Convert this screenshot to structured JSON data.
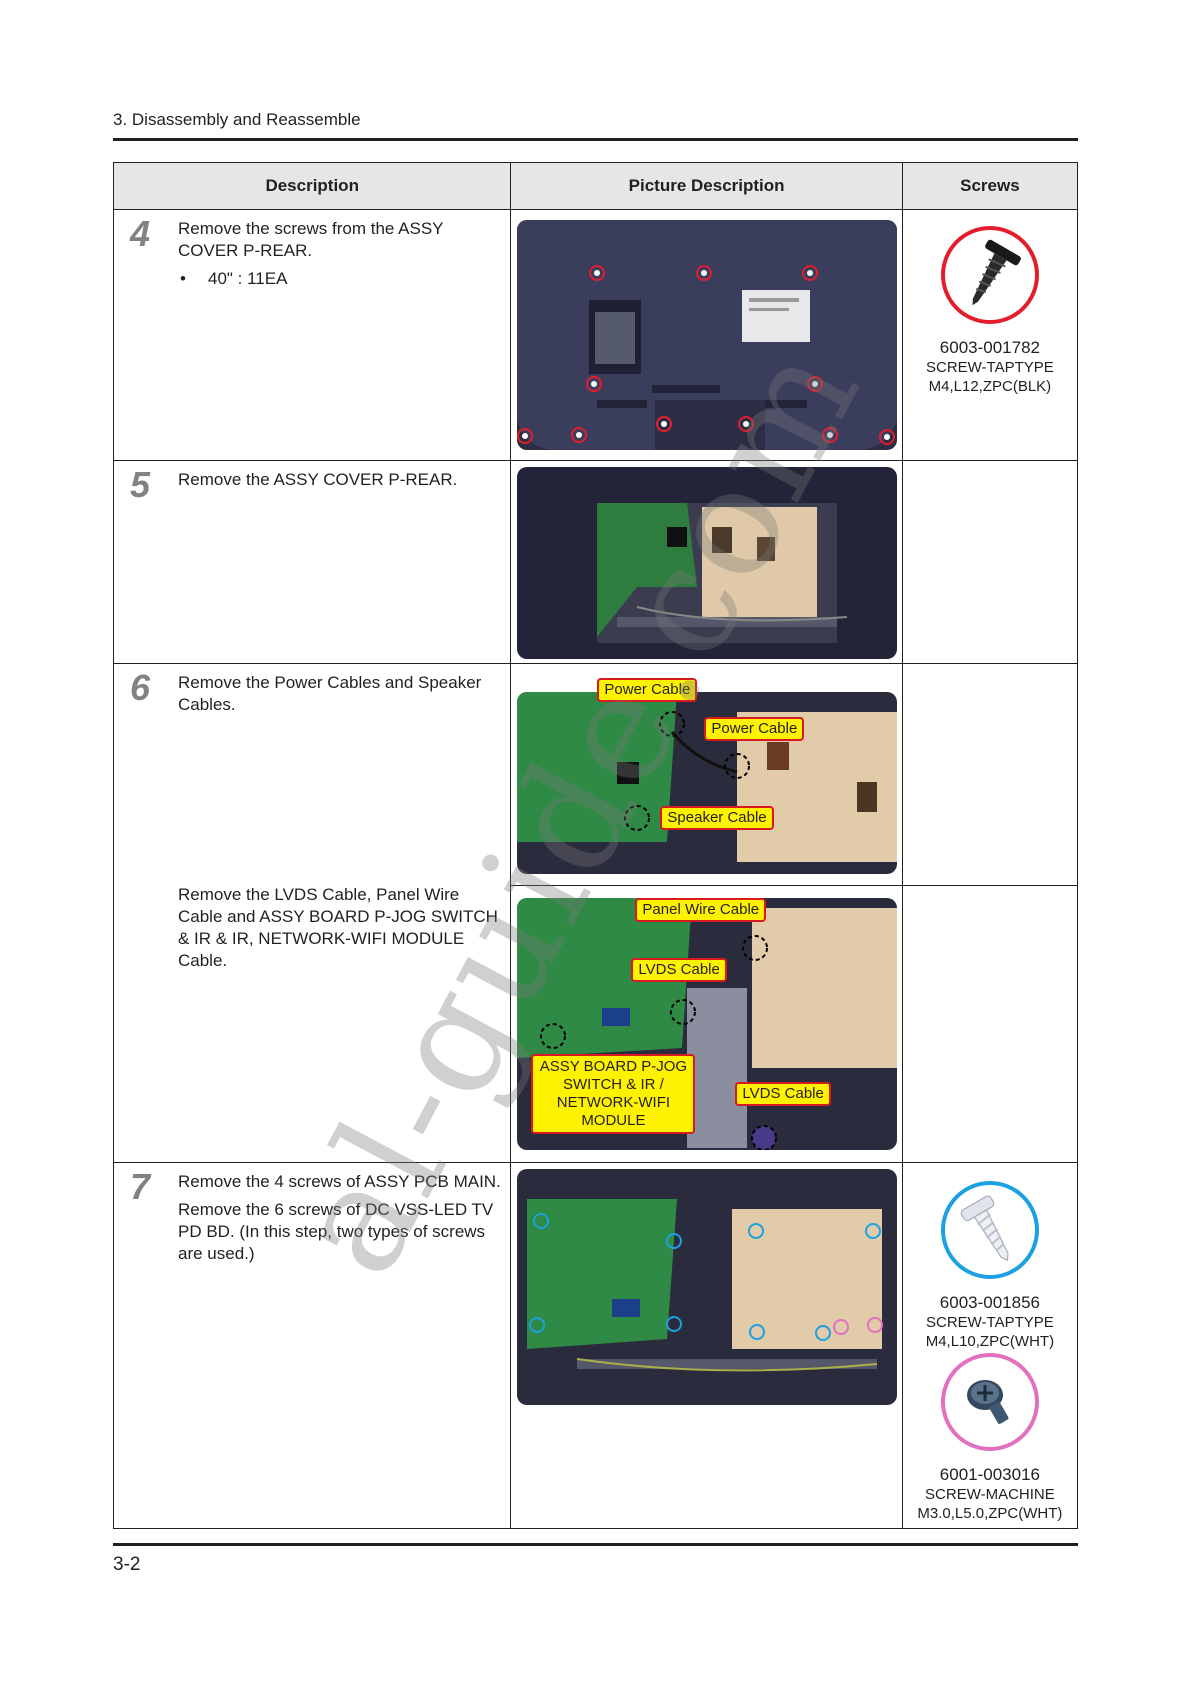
{
  "header": {
    "title": "3. Disassembly and Reassemble"
  },
  "table": {
    "headers": [
      "Description",
      "Picture Description",
      "Screws"
    ]
  },
  "steps": [
    {
      "number": "4",
      "lines": [
        "Remove the screws from the ASSY COVER P-REAR."
      ],
      "bullet": "40\" : 11EA",
      "screw": {
        "code": "6003-001782",
        "type": "SCREW-TAPTYPE",
        "spec": "M4,L12,ZPC(BLK)",
        "ring_color": "#e31d2b"
      }
    },
    {
      "number": "5",
      "lines": [
        "Remove the ASSY COVER P-REAR."
      ]
    },
    {
      "number": "6",
      "lines": [
        "Remove the Power Cables and Speaker Cables."
      ],
      "lines2": [
        "Remove the LVDS Cable, Panel Wire Cable and ASSY BOARD P-JOG SWITCH & IR & IR, NETWORK-WIFI MODULE Cable."
      ],
      "callouts_a": [
        "Power Cable",
        "Power Cable",
        "Speaker Cable"
      ],
      "callouts_b": [
        "Panel Wire Cable",
        "LVDS Cable",
        "ASSY BOARD P-JOG SWITCH & IR / NETWORK-WIFI MODULE",
        "LVDS Cable"
      ]
    },
    {
      "number": "7",
      "lines": [
        "Remove the 4 screws of ASSY PCB MAIN.",
        "Remove the 6 screws of DC VSS-LED TV PD BD. (In this step, two types of screws are used.)"
      ],
      "screw": {
        "code": "6003-001856",
        "type": "SCREW-TAPTYPE",
        "spec": "M4,L10,ZPC(WHT)",
        "ring_color": "#1ba1e2"
      },
      "screw2": {
        "code": "6001-003016",
        "type": "SCREW-MACHINE",
        "spec": "M3.0,L5.0,ZPC(WHT)",
        "ring_color": "#e36fbf"
      }
    }
  ],
  "watermark": "al-guide.com",
  "footer": {
    "page_number": "3-2"
  }
}
